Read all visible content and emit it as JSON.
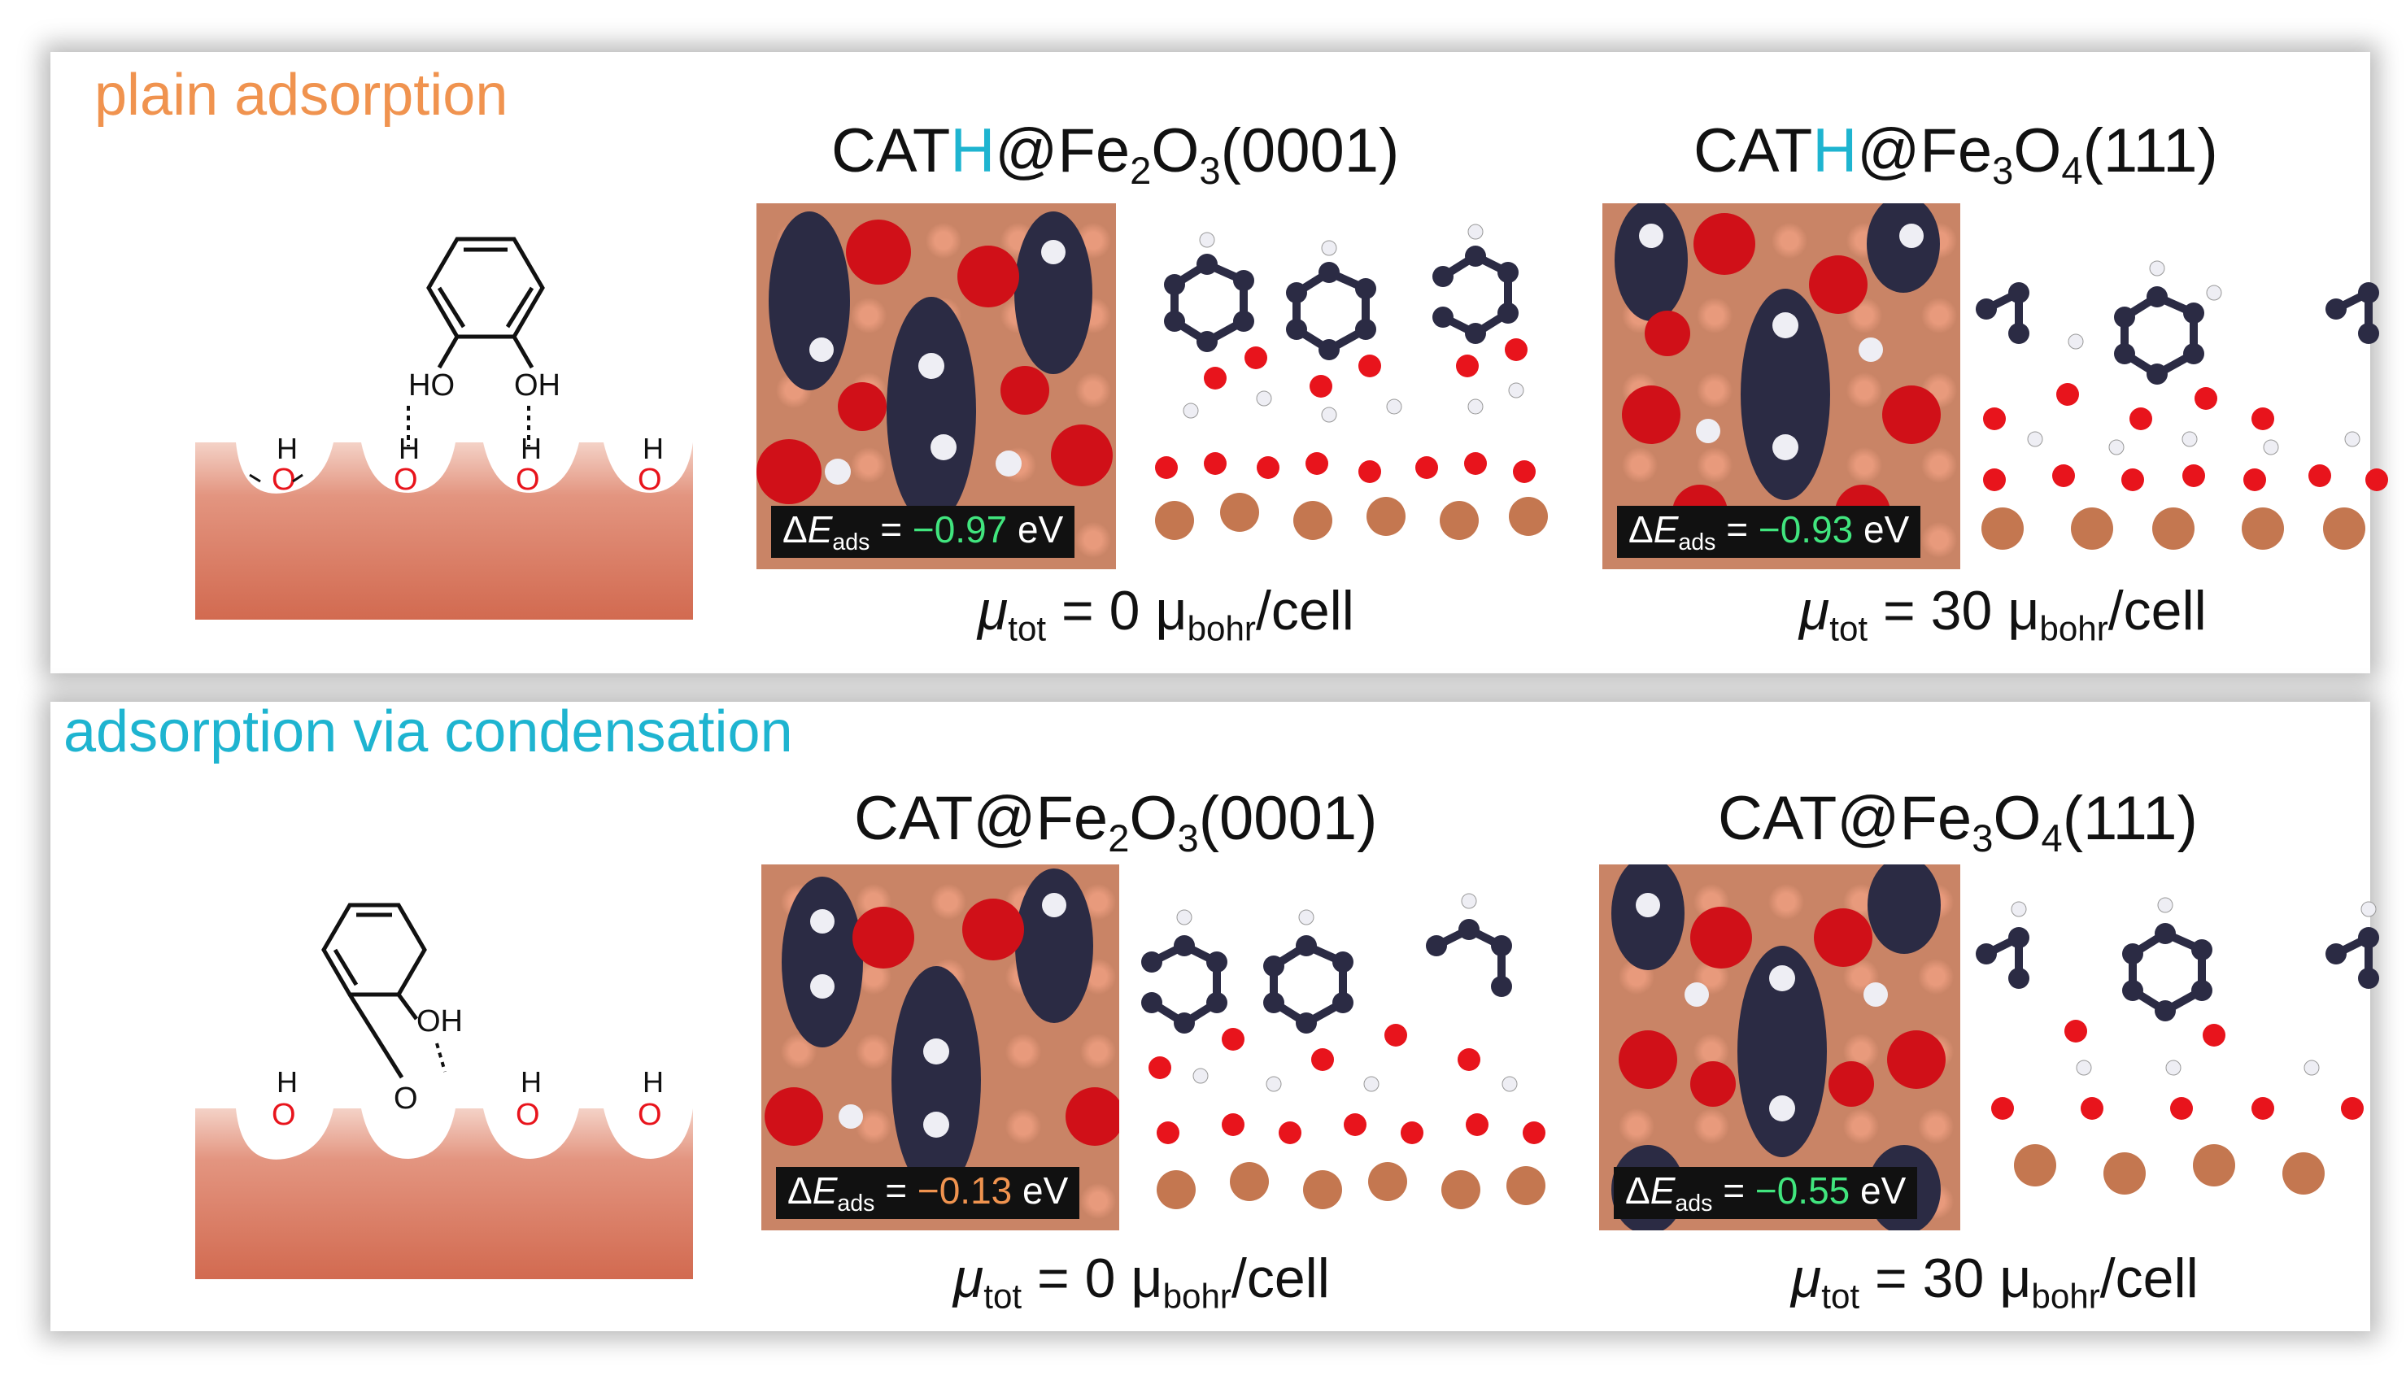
{
  "panels": [
    {
      "title": "plain adsorption",
      "schematic": {
        "top_labels": [
          "HO",
          "OH"
        ],
        "site_labels": [
          "H",
          "H",
          "H",
          "H"
        ],
        "site_atoms": [
          "O",
          "O",
          "O",
          "O"
        ]
      },
      "structures": [
        {
          "label_pre": "CAT",
          "label_h": "H",
          "label_mid": "@Fe",
          "sub1": "2",
          "label_o": "O",
          "sub2": "3",
          "label_post": "(0001)",
          "energy_value": "−0.97",
          "energy_color": "green",
          "mu_value": "= 0"
        },
        {
          "label_pre": "CAT",
          "label_h": "H",
          "label_mid": "@Fe",
          "sub1": "3",
          "label_o": "O",
          "sub2": "4",
          "label_post": "(111)",
          "energy_value": "−0.93",
          "energy_color": "green",
          "mu_value": "= 30"
        }
      ]
    },
    {
      "title": "adsorption via condensation",
      "schematic": {
        "top_labels": [
          "OH",
          "O"
        ],
        "site_labels": [
          "H",
          "H",
          "H"
        ],
        "site_atoms": [
          "O",
          "O",
          "O"
        ]
      },
      "structures": [
        {
          "label_pre": "CAT",
          "label_h": "",
          "label_mid": "@Fe",
          "sub1": "2",
          "label_o": "O",
          "sub2": "3",
          "label_post": "(0001)",
          "energy_value": "−0.13",
          "energy_color": "orange",
          "mu_value": "= 0"
        },
        {
          "label_pre": "CAT",
          "label_h": "",
          "label_mid": "@Fe",
          "sub1": "3",
          "label_o": "O",
          "sub2": "4",
          "label_post": "(111)",
          "energy_value": "−0.55",
          "energy_color": "green",
          "mu_value": "= 30"
        }
      ]
    }
  ],
  "common": {
    "delta": "Δ",
    "E": "E",
    "ads": "ads",
    "eq": "=",
    "ev": "eV",
    "mu_sym": "μ",
    "tot": "tot",
    "mu_unit": "μ",
    "bohr": "bohr",
    "per_cell": "/cell"
  },
  "colors": {
    "surface": "#d8775e",
    "oxygen": "#e8141c",
    "carbon": "#2b2b44",
    "iron": "#c47750",
    "hydrogen": "#f0f0f5",
    "green": "#41e57e",
    "orange": "#f0934f",
    "cyan": "#1eb4d0"
  }
}
